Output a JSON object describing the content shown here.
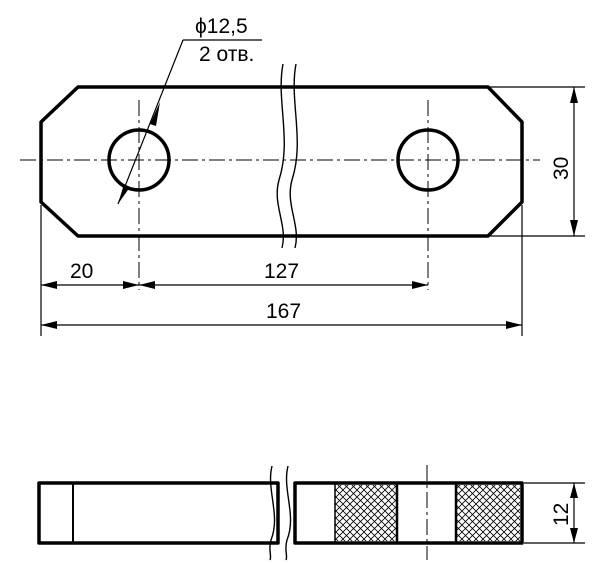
{
  "callout": {
    "diameter": "ϕ12,5",
    "count": "2 отв."
  },
  "dimensions": {
    "edge_to_hole": "20",
    "hole_spacing": "127",
    "overall_length": "167",
    "width": "30",
    "thickness": "12"
  },
  "colors": {
    "line": "#000000",
    "background": "#ffffff"
  }
}
